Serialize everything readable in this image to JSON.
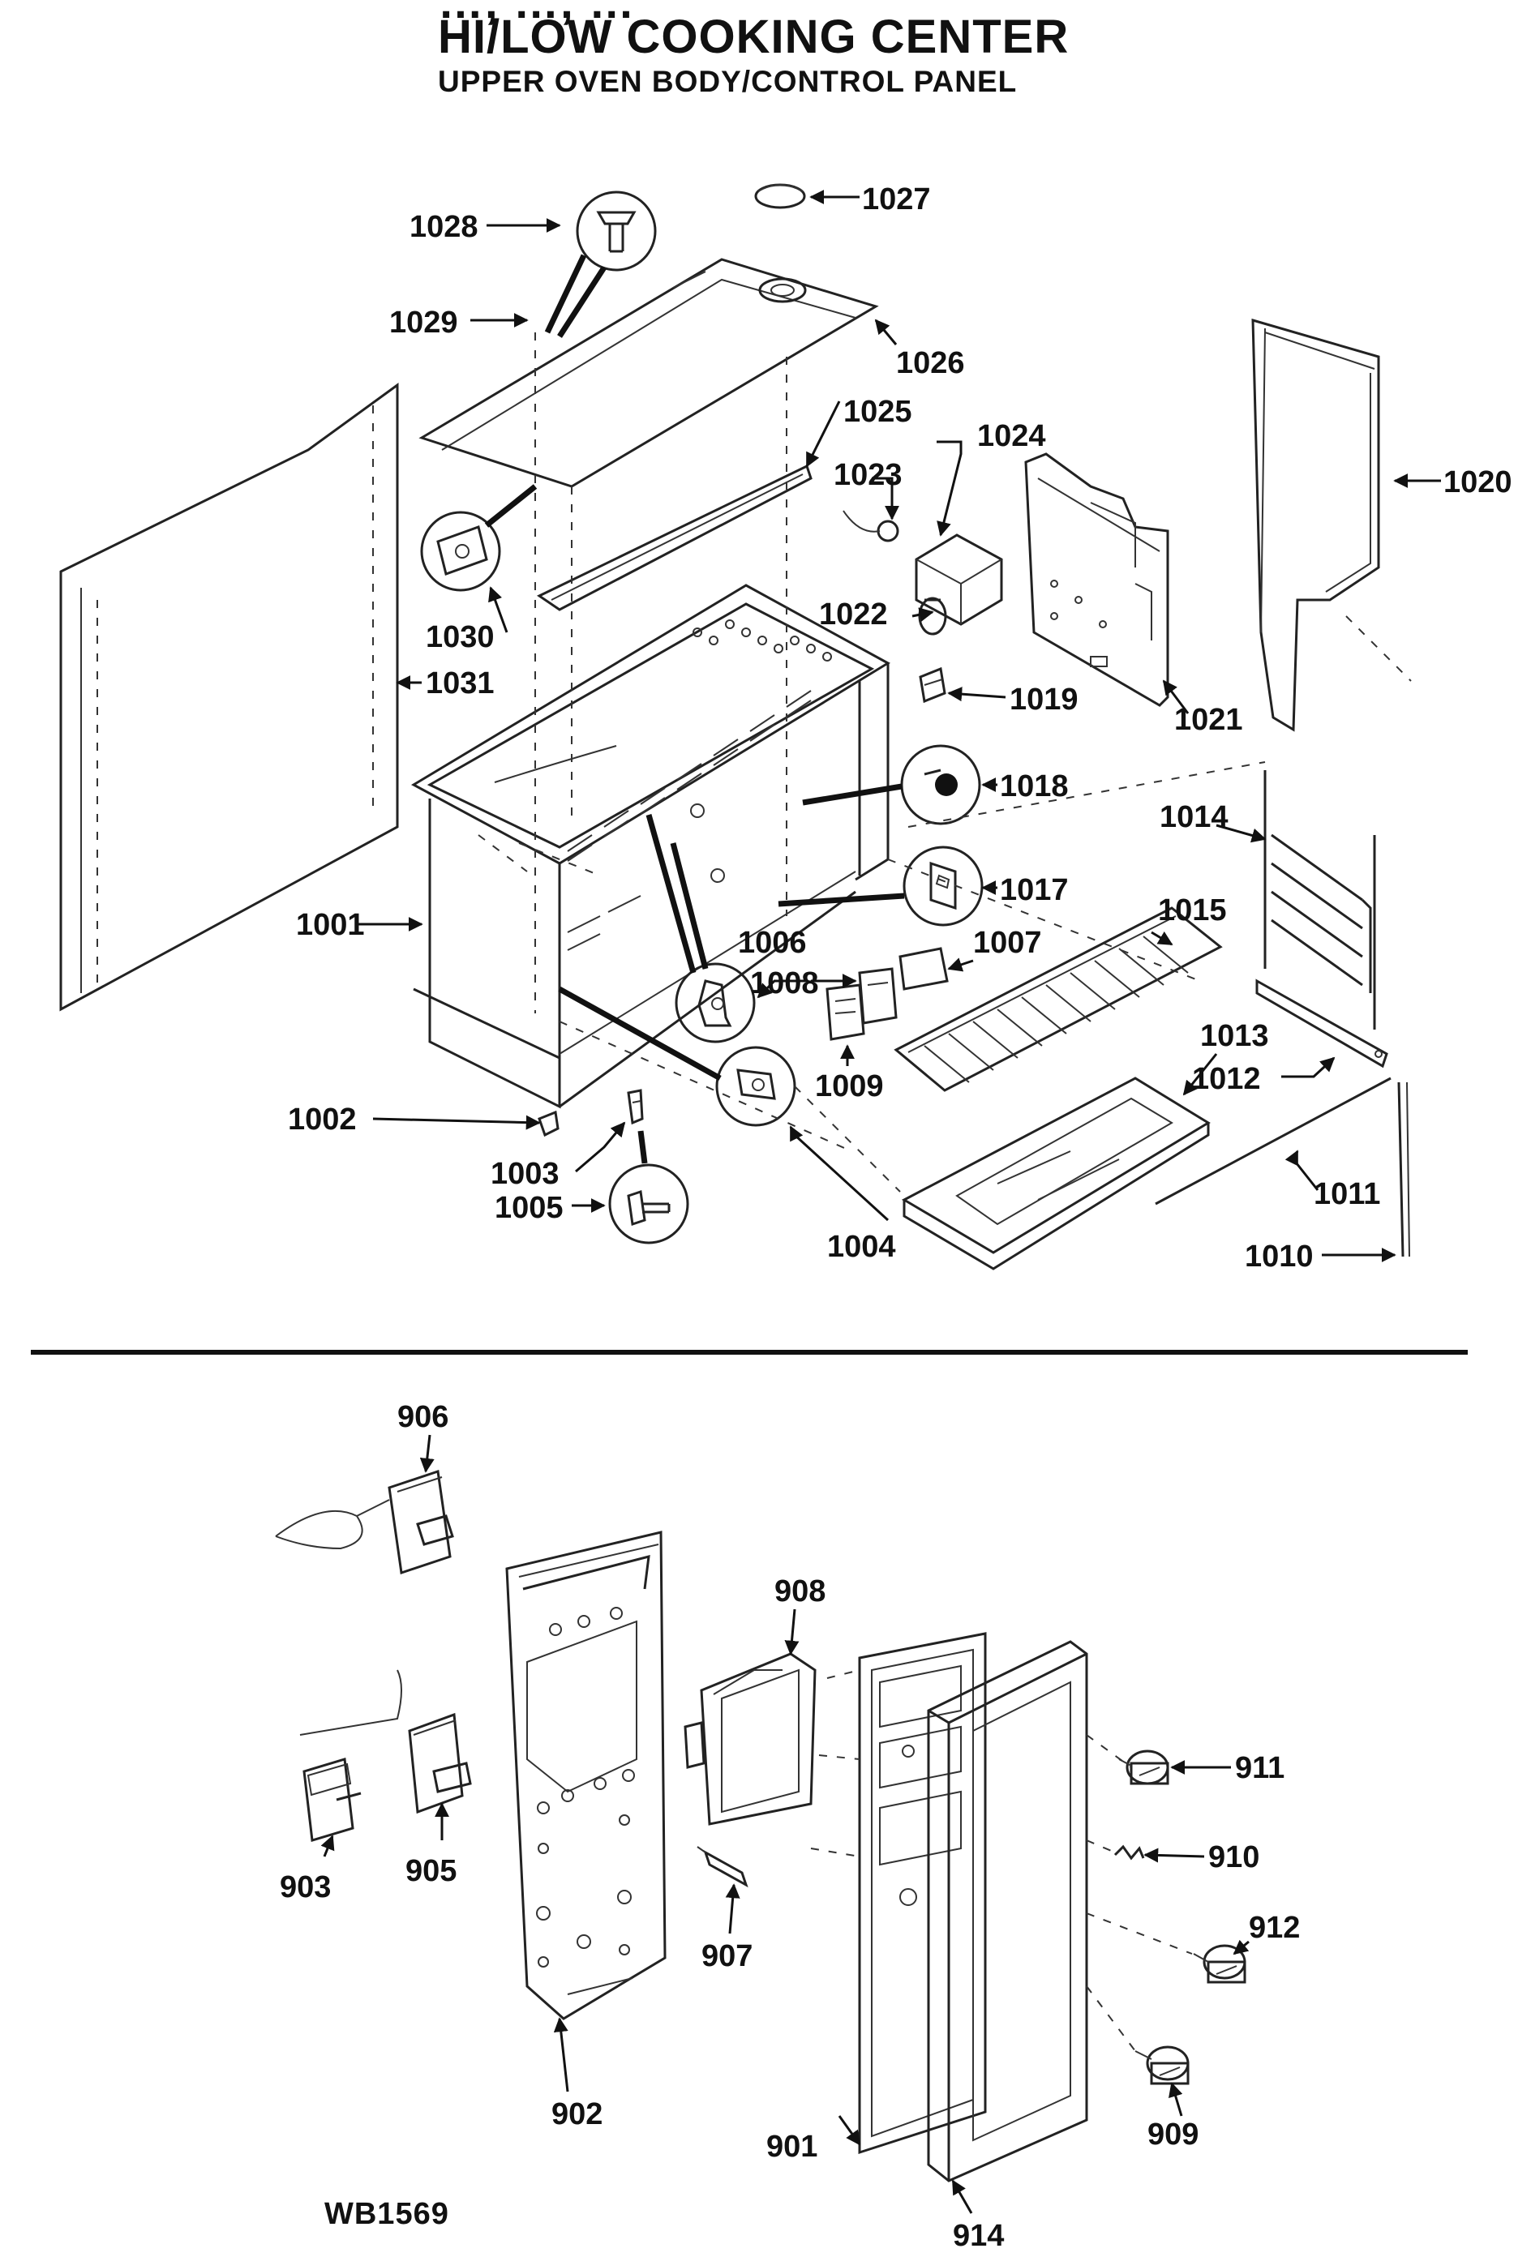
{
  "header": {
    "title_cut": "…, …, …",
    "title": "HI/LOW COOKING CENTER",
    "subtitle": "UPPER OVEN BODY/CONTROL PANEL"
  },
  "footer": {
    "code": "WB1569"
  },
  "callouts": {
    "c1001": "1001",
    "c1002": "1002",
    "c1003": "1003",
    "c1004": "1004",
    "c1005": "1005",
    "c1006": "1006",
    "c1007": "1007",
    "c1008": "1008",
    "c1009": "1009",
    "c1010": "1010",
    "c1011": "1011",
    "c1012": "1012",
    "c1013": "1013",
    "c1014": "1014",
    "c1015": "1015",
    "c1017": "1017",
    "c1018": "1018",
    "c1019": "1019",
    "c1020": "1020",
    "c1021": "1021",
    "c1022": "1022",
    "c1023": "1023",
    "c1024": "1024",
    "c1025": "1025",
    "c1026": "1026",
    "c1027": "1027",
    "c1028": "1028",
    "c1029": "1029",
    "c1030": "1030",
    "c1031": "1031",
    "c901": "901",
    "c902": "902",
    "c903": "903",
    "c905": "905",
    "c906": "906",
    "c907": "907",
    "c908": "908",
    "c909": "909",
    "c910": "910",
    "c911": "911",
    "c912": "912",
    "c914": "914"
  }
}
